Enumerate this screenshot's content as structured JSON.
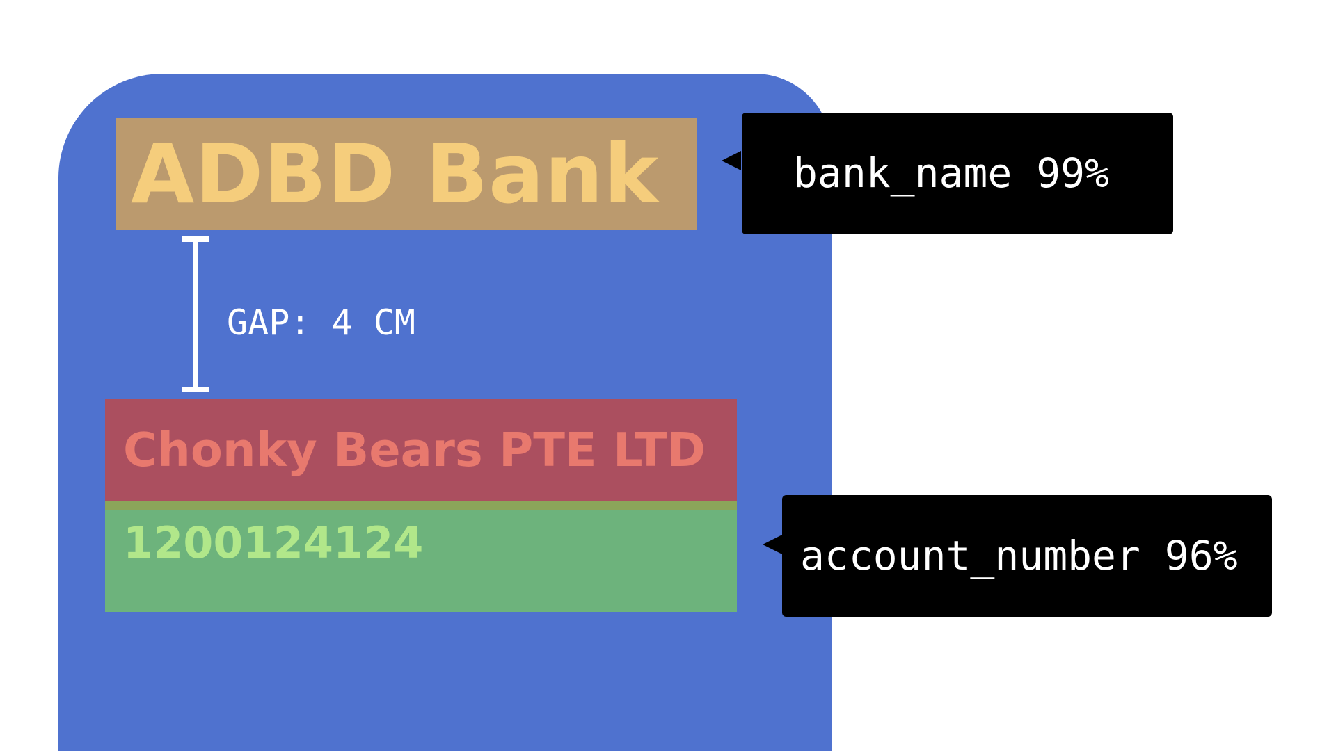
{
  "document": {
    "bank_name": "ADBD Bank",
    "company_name": "Chonky Bears PTE LTD",
    "account_number": "1200124124"
  },
  "gap": {
    "label": "GAP: 4 CM"
  },
  "detections": [
    {
      "label": "bank_name 99%"
    },
    {
      "label": "account_number 96%"
    }
  ],
  "colors": {
    "card": "#4f72cf",
    "bank_name_box": "#bb9a6e",
    "bank_name_text": "#f5cd7c",
    "company_box": "#ab4f5f",
    "company_text": "#e8796e",
    "account_box": "#6db37c",
    "account_text": "#b1e78a",
    "tag_background": "#000000",
    "tag_text": "#ffffff"
  }
}
